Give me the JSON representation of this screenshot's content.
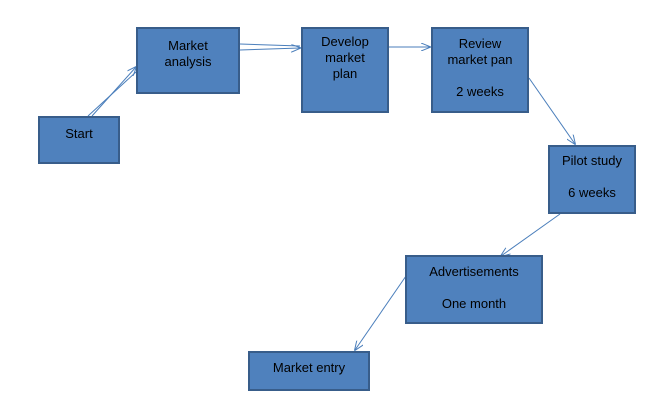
{
  "nodes": {
    "start": {
      "lines": [
        "Start"
      ]
    },
    "market_analysis": {
      "lines": [
        "Market",
        "analysis"
      ]
    },
    "develop": {
      "lines": [
        "Develop",
        "market",
        "plan"
      ]
    },
    "review": {
      "title": [
        "Review",
        "market pan"
      ],
      "duration": "2 weeks"
    },
    "pilot": {
      "title": "Pilot study",
      "duration": "6 weeks"
    },
    "ads": {
      "title": "Advertisements",
      "duration": "One month"
    },
    "entry": {
      "lines": [
        "Market entry"
      ]
    }
  },
  "colors": {
    "node_fill": "#4f81bd",
    "node_border": "#385d8a",
    "connector": "#4a7ebb"
  }
}
